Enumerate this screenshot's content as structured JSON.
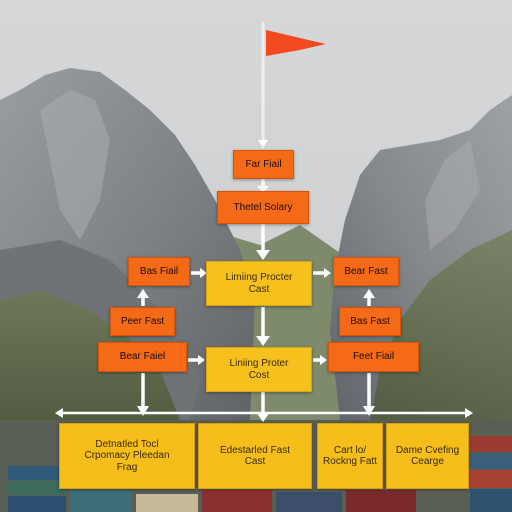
{
  "colors": {
    "orange_box": "#f46a16",
    "yellow_box": "#f6c11c",
    "arrow": "#ffffff",
    "flag": "#f04a1e",
    "sky": "#d9dadb",
    "rock": "#8e9195"
  },
  "icons": [
    "flag-icon"
  ],
  "top": {
    "box1": "Far Fiail",
    "box2": "Thetel Solary"
  },
  "row1": {
    "left": "Bas Fiail",
    "center_line1": "Limiing Procter",
    "center_line2": "Cast",
    "right": "Bear Fast"
  },
  "row2": {
    "left": "Peer Fast",
    "right": "Bas Fast"
  },
  "row3": {
    "left": "Bear Faiel",
    "center_line1": "Liniing Proter",
    "center_line2": "Cost",
    "right": "Feet Fiail"
  },
  "bottom": [
    {
      "line1": "Detnatled Tocl",
      "line2": "Crpomacy Pleedan",
      "line3": "Frag"
    },
    {
      "line1": "Edestarled Fast",
      "line2": "Cast"
    },
    {
      "line1": "Cart lo/",
      "line2": "Rockng Fatt"
    },
    {
      "line1": "Dame Cvefing",
      "line2": "Cearge"
    }
  ]
}
